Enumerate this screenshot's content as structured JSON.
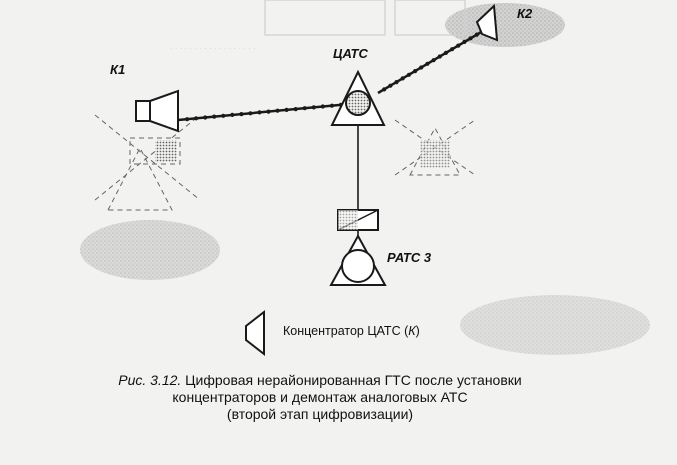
{
  "diagram": {
    "nodes": {
      "center": "ЦАТС",
      "k1": "К1",
      "k2": "К2",
      "district": "РАТС 3"
    },
    "legend": {
      "text": "Концентратор ЦАТС (",
      "symbol": "К",
      "close": ")"
    },
    "caption": {
      "fig_label": "Рис. 3.12.",
      "line1": " Цифровая нерайонированная ГТС после установки",
      "line2": "концентраторов и демонтаж аналоговых АТС",
      "line3": "(второй этап цифровизации)"
    },
    "colors": {
      "line": "#1a1a1a",
      "hatch": "#777777",
      "spot": "#bdbdbd"
    }
  }
}
